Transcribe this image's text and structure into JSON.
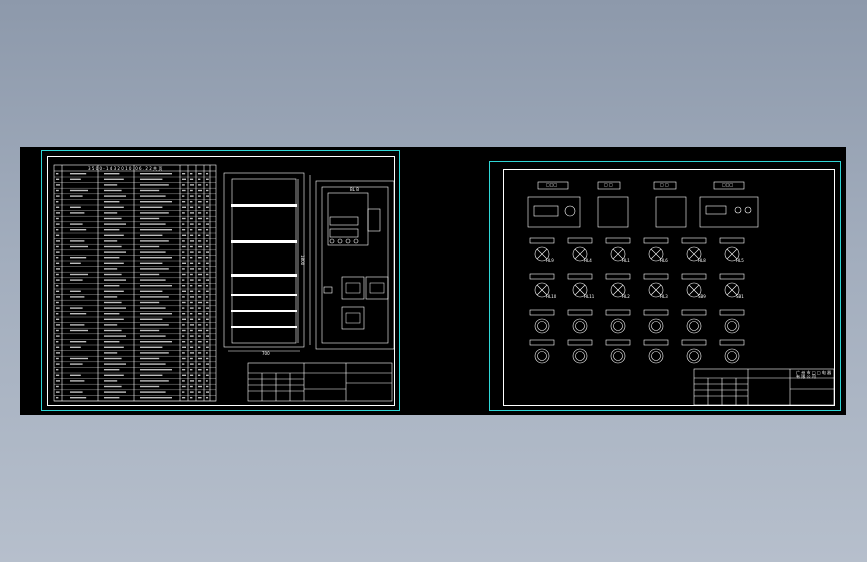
{
  "drawing_1": {
    "table_header": "3 5 0 0 - 1 4 3   2 0 1 0 . 0 6 . 2 2   共 页",
    "dimension_width": "700",
    "dimension_height": "1800",
    "panel_label": "BL B"
  },
  "drawing_2": {
    "button_labels": [
      "□□□",
      "□ □",
      "□ □",
      "□□□"
    ],
    "lamp_labels": [
      "HL9",
      "HL4",
      "HL1",
      "HL6",
      "HL8",
      "HL5",
      "HL10",
      "HL11",
      "HL2",
      "HL3",
      "SB9",
      "SB1"
    ],
    "title_block_company": "广 州 市 □ □ 电 器 有 限 公 司"
  },
  "colors": {
    "background_top": "#8d99ab",
    "viewport": "#000000",
    "sheet_border": "#2fd6d6",
    "lines": "#ffffff"
  }
}
